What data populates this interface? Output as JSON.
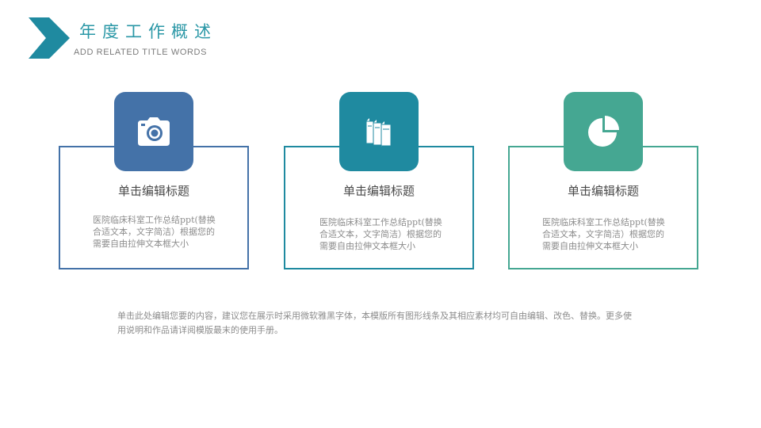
{
  "header": {
    "title": "年度工作概述",
    "subtitle": "ADD RELATED TITLE WORDS",
    "chevron_color": "#1f8aa0"
  },
  "cards": [
    {
      "icon": "camera-icon",
      "color": "#4472a8",
      "title": "单击编辑标题",
      "body": "医院临床科室工作总结ppt(替换合适文本，文字简洁）根据您的需要自由拉伸文本框大小"
    },
    {
      "icon": "books-icon",
      "color": "#1f8aa0",
      "title": "单击编辑标题",
      "body": "医院临床科室工作总结ppt(替换合适文本，文字简洁）根据您的需要自由拉伸文本框大小"
    },
    {
      "icon": "pie-chart-icon",
      "color": "#45a792",
      "title": "单击编辑标题",
      "body": "医院临床科室工作总结ppt(替换合适文本，文字简洁）根据您的需要自由拉伸文本框大小"
    }
  ],
  "footer": {
    "text": "单击此处编辑您要的内容，建议您在展示时采用微软雅黑字体，本模版所有图形线条及其相应素材均可自由编辑、改色、替换。更多使用说明和作品请详阅模版最末的使用手册。"
  }
}
